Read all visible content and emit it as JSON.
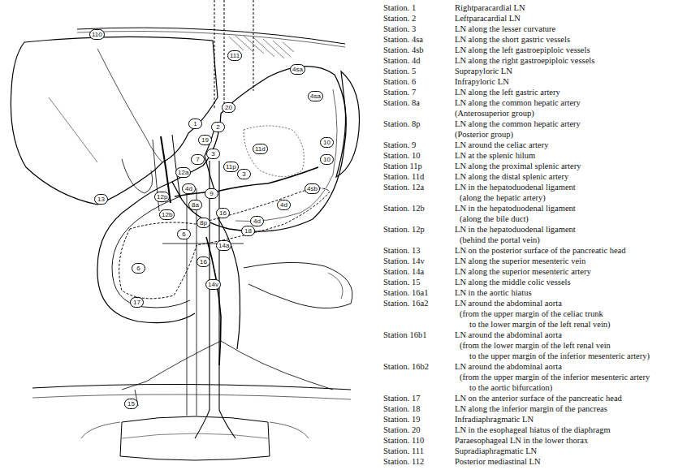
{
  "diagram": {
    "labels": [
      "110",
      "111",
      "20",
      "2",
      "1",
      "19",
      "3",
      "3",
      "7",
      "11p",
      "11d",
      "4sa",
      "4sa",
      "10",
      "10",
      "4sb",
      "4d",
      "4d",
      "4d",
      "12a",
      "12p",
      "12b",
      "8a",
      "9",
      "8p",
      "6",
      "16",
      "18",
      "14a",
      "16",
      "14v",
      "6",
      "13",
      "17",
      "15",
      "Station. 1",
      "Rightparacardial LN",
      "Station. 2",
      "Leftparacardial LN",
      "Station. 3",
      "LN along the lesser curvature",
      "Station. 4sa",
      "LN along the short gastric vessels",
      "Station. 4sb",
      "LN along the left gastroepiploic vessels",
      "Station. 4d",
      "LN along the right gastroepiploic vessels",
      "Station. 5",
      "Suprapyloric LN",
      "Station. 6",
      "Infrapyloric LN",
      "Station. 7",
      "LN along the left gastric artery",
      "Station. 8a",
      "LN along the common hepatic artery",
      "(Anterosuperior group)",
      "Station. 8p",
      "LN along the common hepatic artery",
      "(Posterior group)",
      "Station. 9",
      "LN around the celiac artery",
      "Station. 10",
      "LN at the splenic hilum",
      "Station 11p",
      "LN along the proximal splenic artery",
      "Station. 11d",
      "LN along the distal splenic artery",
      "Station. 12a",
      "LN in the hepatoduodenal ligament",
      "(along the hepatic artery)",
      "Station. 12b",
      "LN in the hepatoduodenal ligament",
      "(along the bile duct)",
      "Station. 12p",
      "LN in the hepatoduodenal ligament",
      "(behind the portal vein)",
      "Station. 13",
      "LN on the posterior surface of the pancreatic head",
      "Station. 14v",
      "LN along the superior mesenteric vein",
      "Station. 14a",
      "LN along the superior mesenteric artery",
      "Station. 15",
      "LN along the middle colic vessels",
      "Station. 16a1",
      "LN in the aortic hiatus",
      "Station. 16a2",
      "LN around the abdominal aorta",
      "(from the upper margin of the celiac trunk",
      "to the lower margin of the left renal vein)",
      "Station 16b1",
      "LN around the abdominal aorta",
      "(from the lower margin of the left renal vein",
      "to the upper margin of the inferior mesenteric artery)",
      "Station. 16b2",
      "LN around the abdominal aorta",
      "(from the upper margin of the inferior mesenteric artery",
      "to the aortic bifurcation)",
      "Station. 17",
      "LN on the anterior surface of the pancreatic head",
      "Station. 18",
      "LN along the inferior margin of the pancreas",
      "Station. 19",
      "Infradiaphragmatic LN",
      "Station. 20",
      "LN in the esophageal hiatus of the diaphragm",
      "Station. 110",
      "Paraesophageal LN in the lower thorax",
      "Station. 111",
      "Supradiaphragmatic LN",
      "Station. 112",
      "Posterior mediastinal LN"
    ]
  }
}
